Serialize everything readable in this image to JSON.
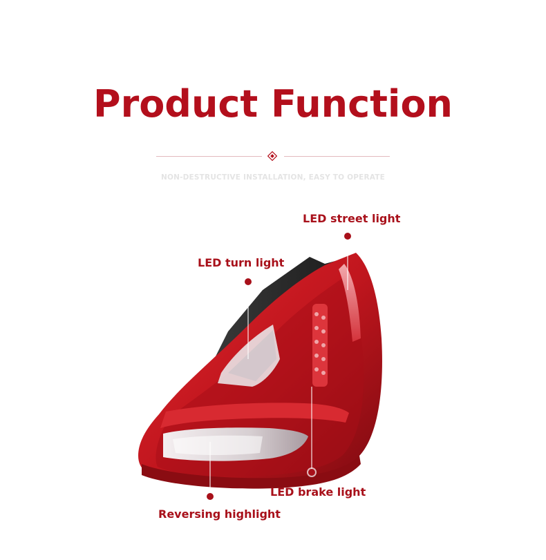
{
  "header": {
    "title": "Product Function",
    "subtitle": "NON-DESTRUCTIVE INSTALLATION, EASY TO OPERATE"
  },
  "callouts": {
    "street": "LED street light",
    "turn": "LED turn light",
    "brake": "LED brake light",
    "reverse": "Reversing highlight"
  },
  "colors": {
    "accent": "#b30f1c",
    "divider": "#e3b9bd",
    "subtitle": "#e4e4e4"
  }
}
